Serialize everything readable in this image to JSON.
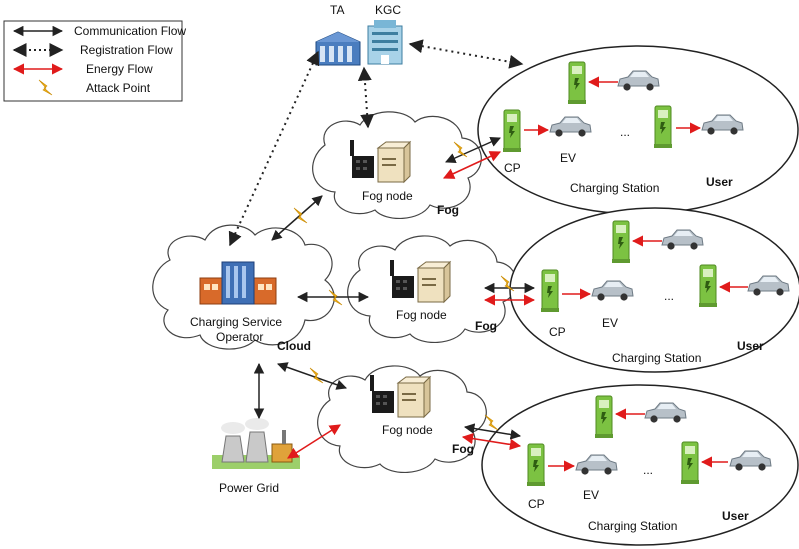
{
  "legend": {
    "communication": "Communication Flow",
    "registration": "Registration Flow",
    "energy": "Energy Flow",
    "attack": "Attack Point"
  },
  "entities": {
    "ta": "TA",
    "kgc": "KGC",
    "cso_line1": "Charging Service",
    "cso_line2": "Operator",
    "cloud": "Cloud",
    "power_grid": "Power Grid"
  },
  "fog_nodes": [
    {
      "label": "Fog node",
      "tag": "Fog"
    },
    {
      "label": "Fog node",
      "tag": "Fog"
    },
    {
      "label": "Fog node",
      "tag": "Fog"
    }
  ],
  "stations": [
    {
      "cp": "CP",
      "ev": "EV",
      "ellipsis": "...",
      "name": "Charging Station",
      "user": "User"
    },
    {
      "cp": "CP",
      "ev": "EV",
      "ellipsis": "...",
      "name": "Charging Station",
      "user": "User"
    },
    {
      "cp": "CP",
      "ev": "EV",
      "ellipsis": "...",
      "name": "Charging Station",
      "user": "User"
    }
  ],
  "colors": {
    "communication": "#222222",
    "energy": "#e01b1b",
    "attack": "#f2b21a",
    "charger": "#7cc242",
    "car": "#9aa4ad"
  }
}
